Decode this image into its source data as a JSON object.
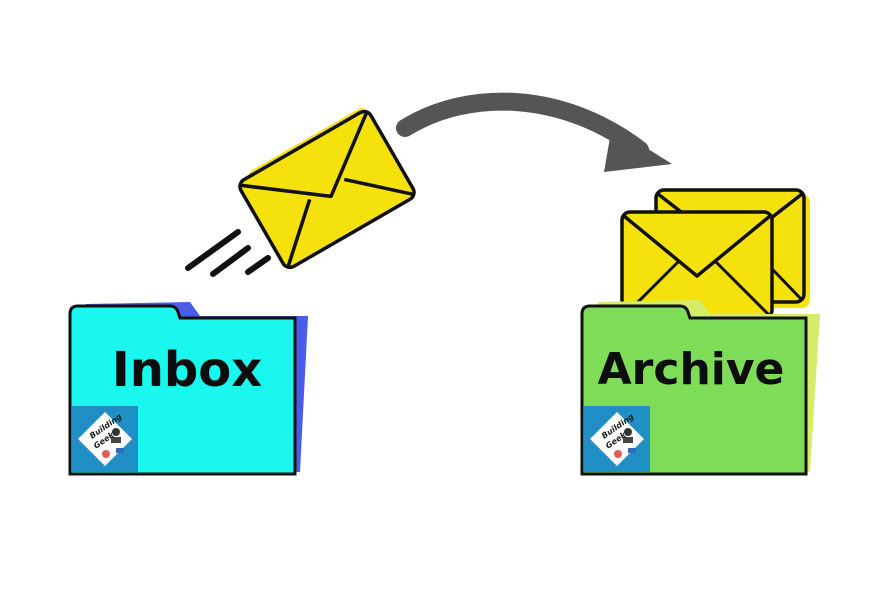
{
  "folders": {
    "source": {
      "label": "Inbox",
      "color": "#19f7ef",
      "back_color": "#4a5ce8"
    },
    "destination": {
      "label": "Archive",
      "color": "#7fdc58",
      "back_color": "#d4ec6a"
    }
  },
  "badge": {
    "line1": "Building",
    "line2": "Geek",
    "frame_color": "#1f8fc6"
  },
  "envelope_color": "#f5e10c",
  "arrow_color": "#555555"
}
